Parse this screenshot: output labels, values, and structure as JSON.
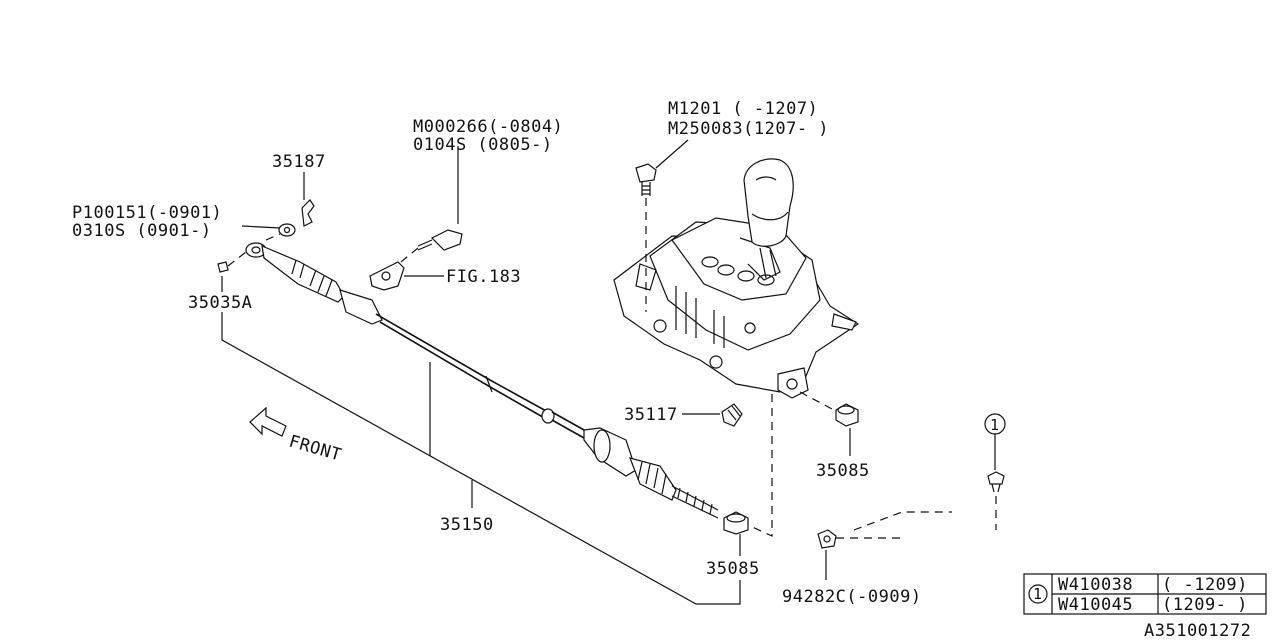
{
  "labels": {
    "m1201": "M1201    ( -1207)",
    "m250083": "M250083(1207- )",
    "m000266": "M000266(-0804)",
    "s0104": "0104S   (0805-)",
    "p35187": "35187",
    "p100151": "P100151(-0901)",
    "s0310": "0310S  (0901-)",
    "fig183": "FIG.183",
    "p35035a": "35035A",
    "p35117": "35117",
    "p35085a": "35085",
    "p35085b": "35085",
    "p35150": "35150",
    "p94282c": "94282C(-0909)",
    "front": "FRONT",
    "callout": "1",
    "diagram_id": "A351001272"
  },
  "legend": {
    "key": "1",
    "rows": [
      {
        "part": "W410038",
        "range": "( -1209)"
      },
      {
        "part": "W410045",
        "range": "(1209- )"
      }
    ]
  }
}
